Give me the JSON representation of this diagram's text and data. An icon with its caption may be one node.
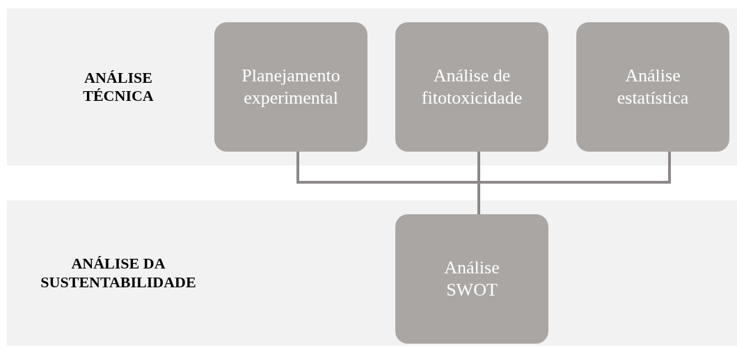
{
  "diagram": {
    "nodes": [
      {
        "text": [
          "ANÁLISE TÉCNICA"
        ]
      },
      {
        "text": [
          "Planejamento experimental"
        ],
        "in": 0
      },
      {
        "text": [
          "Análise de fitotoxicidade"
        ],
        "in": 0
      },
      {
        "text": [
          "Análise estatística"
        ],
        "in": 0
      },
      {
        "text": [
          "ANÁLISE DA SUSTENTABILIDADE"
        ]
      },
      {
        "text": [
          "Análise SWOT"
        ],
        "in": 4
      }
    ],
    "edges": [
      {
        "from": 1,
        "to": 5,
        "arrow": "none"
      },
      {
        "from": 2,
        "to": 5,
        "arrow": "none"
      },
      {
        "from": 3,
        "to": 5,
        "arrow": "none"
      }
    ]
  }
}
